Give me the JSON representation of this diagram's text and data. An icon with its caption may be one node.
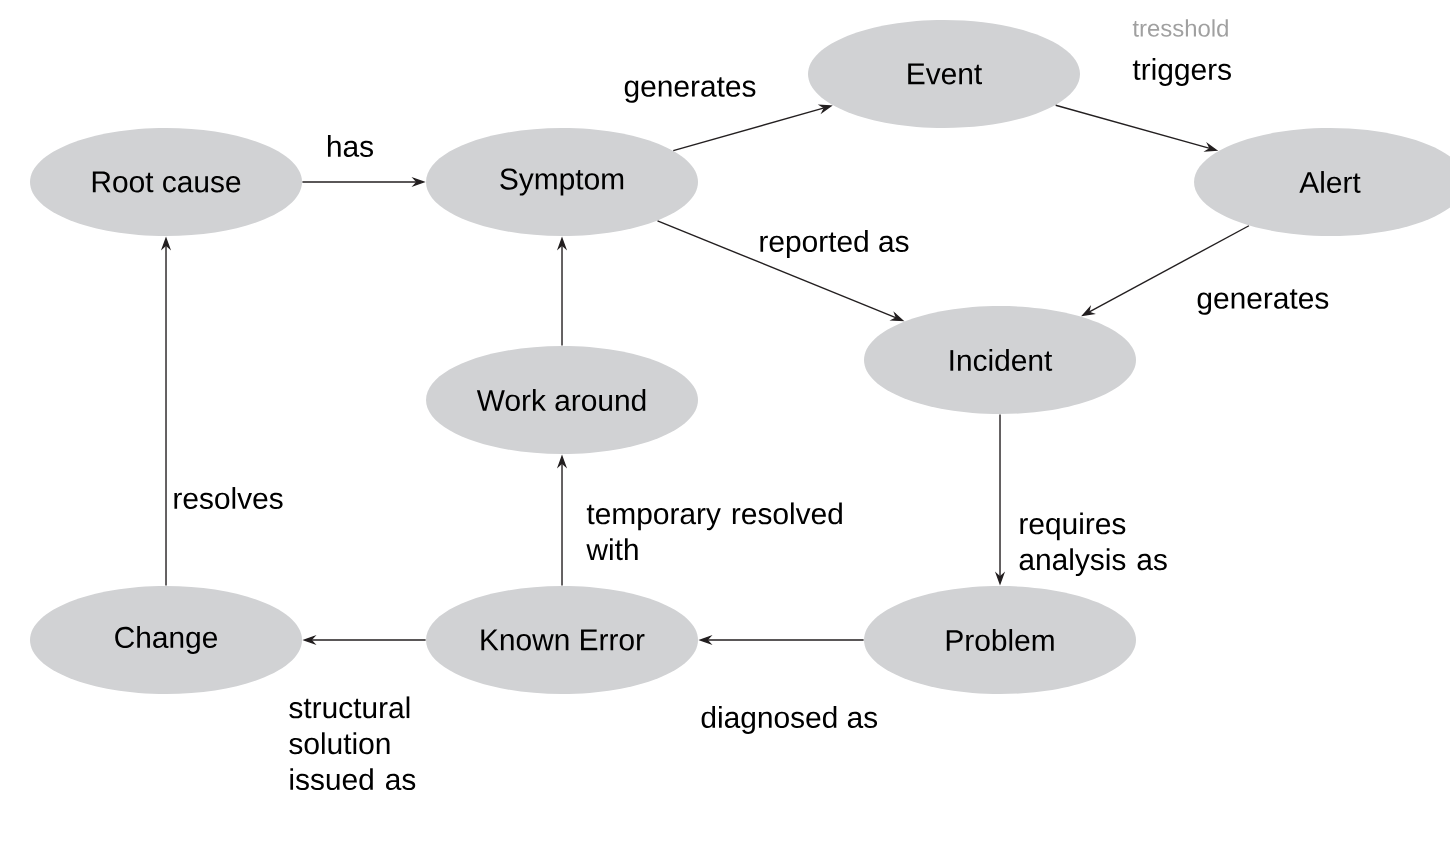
{
  "diagram": {
    "nodes": [
      {
        "text": [
          "Root cause"
        ]
      },
      {
        "text": [
          "Symptom"
        ]
      },
      {
        "text": [
          "Event"
        ]
      },
      {
        "text": [
          "Alert"
        ]
      },
      {
        "text": [
          "Incident"
        ]
      },
      {
        "text": [
          "Work around"
        ]
      },
      {
        "text": [
          "Change"
        ]
      },
      {
        "text": [
          "Known Error"
        ]
      },
      {
        "text": [
          "Problem"
        ]
      }
    ],
    "edges": [
      {
        "from": 0,
        "to": 1,
        "arrow": "to",
        "label": "has"
      },
      {
        "from": 1,
        "to": 2,
        "arrow": "to",
        "label": "generates"
      },
      {
        "from": 2,
        "to": 3,
        "arrow": "to",
        "label": "triggers"
      },
      {
        "from": 3,
        "to": 4,
        "arrow": "to",
        "label": "generates"
      },
      {
        "from": 1,
        "to": 4,
        "arrow": "to",
        "label": "reported as"
      },
      {
        "from": 4,
        "to": 8,
        "arrow": "to",
        "label": "requires analysis as"
      },
      {
        "from": 8,
        "to": 7,
        "arrow": "to",
        "label": "diagnosed as"
      },
      {
        "from": 7,
        "to": 6,
        "arrow": "to",
        "label": "structural solution issued as"
      },
      {
        "from": 6,
        "to": 0,
        "arrow": "to",
        "label": "resolves"
      },
      {
        "from": 7,
        "to": 5,
        "arrow": "to",
        "label": "temporary resolved with"
      },
      {
        "from": 5,
        "to": 1,
        "arrow": "to"
      }
    ],
    "labels": [
      "tresshold"
    ]
  }
}
